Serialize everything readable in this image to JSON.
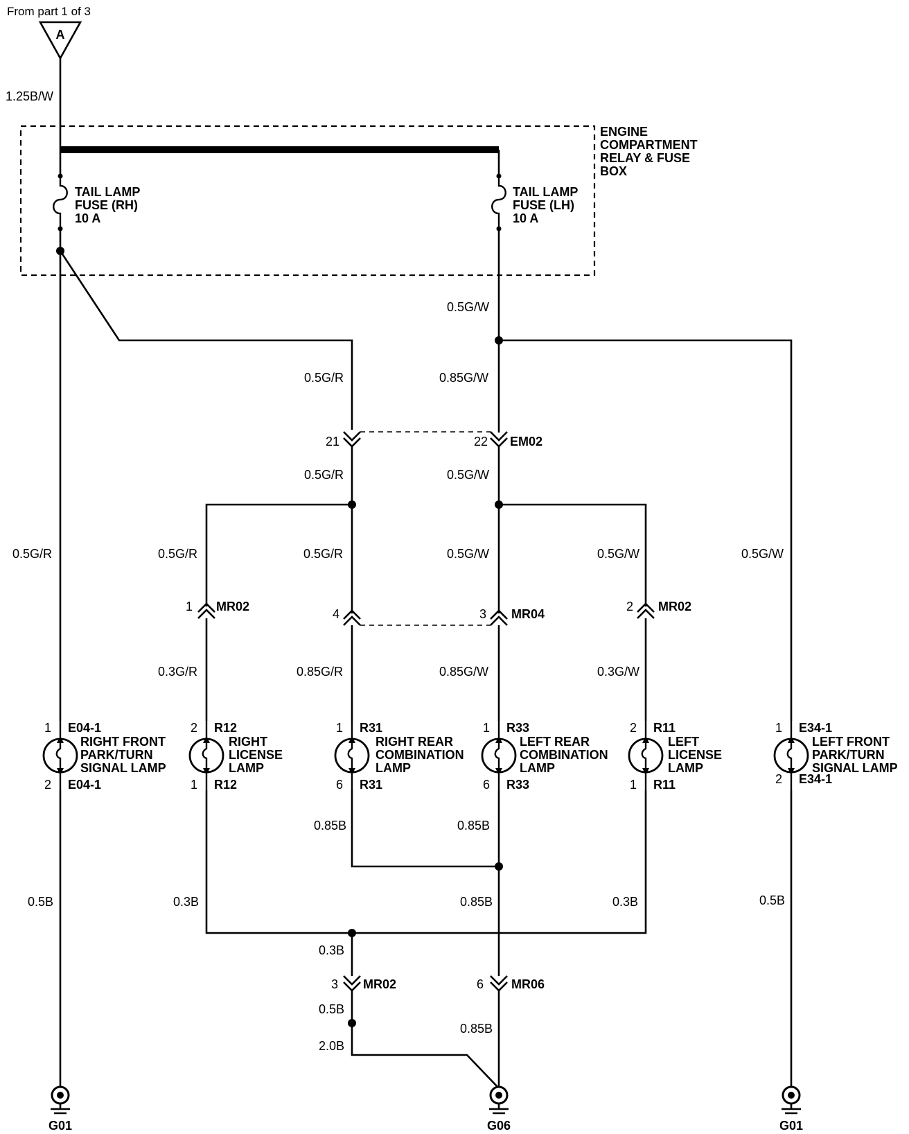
{
  "header": {
    "from_part": "From part 1 of 3"
  },
  "connector_a": "A",
  "box": {
    "line1": "ENGINE",
    "line2": "COMPARTMENT",
    "line3": "RELAY & FUSE",
    "line4": "BOX"
  },
  "fuse_rh": {
    "line1": "TAIL LAMP",
    "line2": "FUSE (RH)",
    "line3": "10 A"
  },
  "fuse_lh": {
    "line1": "TAIL LAMP",
    "line2": "FUSE (LH)",
    "line3": "10 A"
  },
  "wires": {
    "w_125bw": "1.25B/W",
    "w_05gw_top": "0.5G/W",
    "w_05gr_top": "0.5G/R",
    "w_085gw_top": "0.85G/W",
    "w_05gr_em": "0.5G/R",
    "w_05gw_em": "0.5G/W",
    "w_05gr_left": "0.5G/R",
    "w_05gr_lic": "0.5G/R",
    "w_05gr_rrc": "0.5G/R",
    "w_05gw_lrc": "0.5G/W",
    "w_05gw_lic": "0.5G/W",
    "w_05gw_right": "0.5G/W",
    "w_03gr": "0.3G/R",
    "w_085gr": "0.85G/R",
    "w_085gw": "0.85G/W",
    "w_03gw": "0.3G/W",
    "w_085b_a": "0.85B",
    "w_085b_b": "0.85B",
    "w_05b_left": "0.5B",
    "w_03b_left": "0.3B",
    "w_085b_c": "0.85B",
    "w_03b_right": "0.3B",
    "w_05b_right": "0.5B",
    "w_03b_mr": "0.3B",
    "w_05b_mr": "0.5B",
    "w_20b": "2.0B",
    "w_085b_d": "0.85B"
  },
  "connectors": {
    "em_pin21": "21",
    "em_pin22": "22",
    "em_name": "EM02",
    "mr02_pin1": "1",
    "mr02_name_a": "MR02",
    "mr04_pin4": "4",
    "mr04_pin3": "3",
    "mr04_name": "MR04",
    "mr02_pin2": "2",
    "mr02_name_b": "MR02",
    "mr02_pin3": "3",
    "mr02_name_c": "MR02",
    "mr06_pin6": "6",
    "mr06_name": "MR06"
  },
  "lamps": {
    "rf": {
      "pin_top": "1",
      "conn_top": "E04-1",
      "pin_bot": "2",
      "conn_bot": "E04-1",
      "line1": "RIGHT FRONT",
      "line2": "PARK/TURN",
      "line3": "SIGNAL LAMP"
    },
    "rl": {
      "pin_top": "2",
      "conn_top": "R12",
      "pin_bot": "1",
      "conn_bot": "R12",
      "line1": "RIGHT",
      "line2": "LICENSE",
      "line3": "LAMP"
    },
    "rr": {
      "pin_top": "1",
      "conn_top": "R31",
      "pin_bot": "6",
      "conn_bot": "R31",
      "line1": "RIGHT REAR",
      "line2": "COMBINATION",
      "line3": "LAMP"
    },
    "lr": {
      "pin_top": "1",
      "conn_top": "R33",
      "pin_bot": "6",
      "conn_bot": "R33",
      "line1": "LEFT REAR",
      "line2": "COMBINATION",
      "line3": "LAMP"
    },
    "ll": {
      "pin_top": "2",
      "conn_top": "R11",
      "pin_bot": "1",
      "conn_bot": "R11",
      "line1": "LEFT",
      "line2": "LICENSE",
      "line3": "LAMP"
    },
    "lf": {
      "pin_top": "1",
      "conn_top": "E34-1",
      "pin_bot": "2",
      "conn_bot": "E34-1",
      "line1": "LEFT FRONT",
      "line2": "PARK/TURN",
      "line3": "SIGNAL LAMP"
    }
  },
  "grounds": {
    "g_left": "G01",
    "g_mid": "G06",
    "g_right": "G01"
  }
}
